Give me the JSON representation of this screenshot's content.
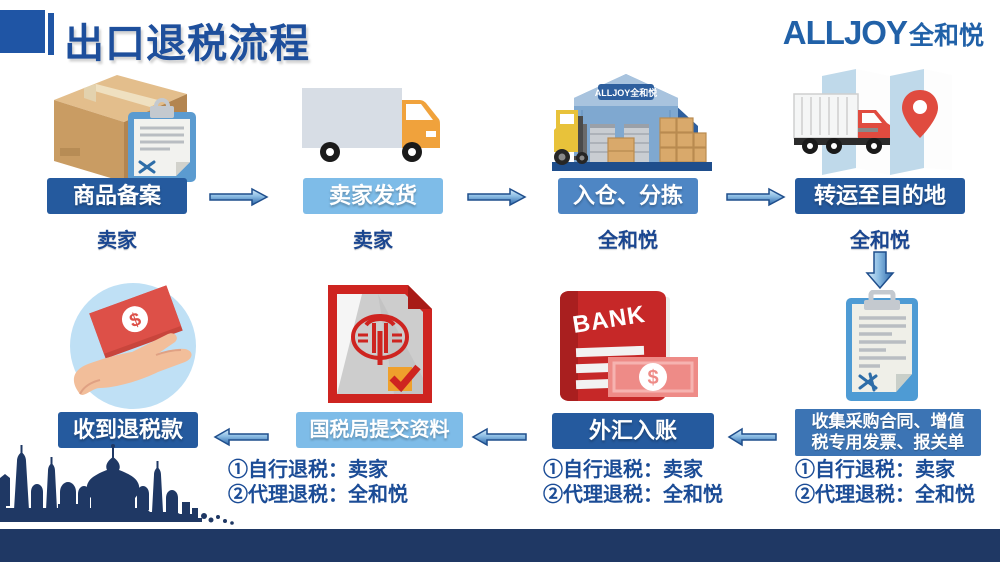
{
  "title": "出口退税流程",
  "logo": {
    "latin": "ALLJOY",
    "cjk": "全和悦"
  },
  "colors": {
    "dark_blue_box": "#255A9E",
    "light_blue_box": "#7EBCE8",
    "medium_blue_box": "#4E86C4",
    "deep_blue_box": "#3C74B4",
    "navy_footer": "#1F3864",
    "title_blue": "#1E4F9C",
    "logo_blue": "#2161A8",
    "accent_red": "#D8443C",
    "truck_orange": "#F0A23C"
  },
  "flow": {
    "top": [
      {
        "label": "商品备案",
        "actor": "卖家",
        "icon": "box-clipboard-icon"
      },
      {
        "label": "卖家发货",
        "actor": "卖家",
        "icon": "delivery-truck-icon"
      },
      {
        "label": "入仓、分拣",
        "actor": "全和悦",
        "icon": "warehouse-forklift-icon"
      },
      {
        "label": "转运至目的地",
        "actor": "全和悦",
        "icon": "map-destination-truck-icon"
      }
    ],
    "bottom": [
      {
        "label": "收到退税款",
        "icon": "hand-money-icon"
      },
      {
        "label": "国税局提交资料",
        "icon": "tax-document-icon",
        "notes": [
          "①自行退税：卖家",
          "②代理退税：全和悦"
        ]
      },
      {
        "label": "外汇入账",
        "icon": "bank-passbook-icon",
        "notes": [
          "①自行退税：卖家",
          "②代理退税：全和悦"
        ]
      },
      {
        "label_line1": "收集采购合同、增值",
        "label_line2": "税专用发票、报关单",
        "icon": "contract-clipboard-icon",
        "notes": [
          "①自行退税：卖家",
          "②代理退税：全和悦"
        ]
      }
    ]
  },
  "icon_texts": {
    "warehouse_sign": "ALLJOY全和悦",
    "bank": "BANK",
    "dollar": "$"
  }
}
